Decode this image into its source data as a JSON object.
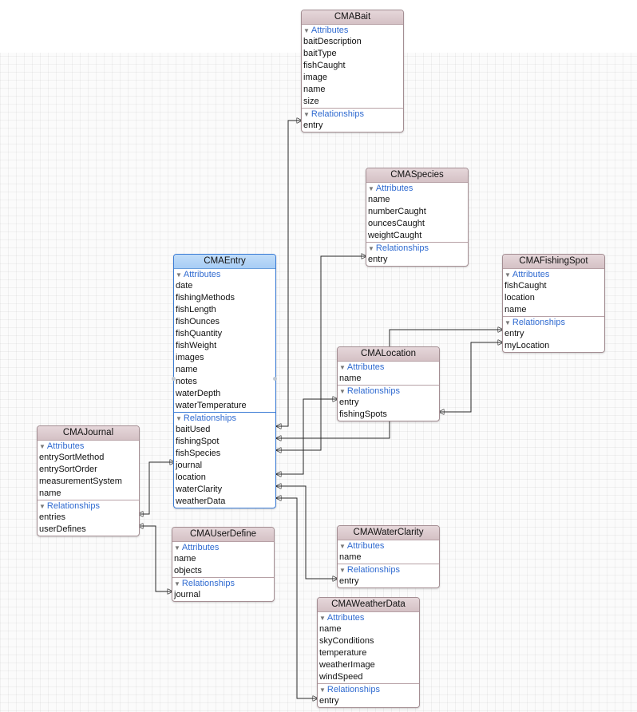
{
  "entities": {
    "bait": {
      "name": "CMABait",
      "attributes_label": "Attributes",
      "relationships_label": "Relationships",
      "attributes": [
        "baitDescription",
        "baitType",
        "fishCaught",
        "image",
        "name",
        "size"
      ],
      "relationships": [
        "entry"
      ]
    },
    "species": {
      "name": "CMASpecies",
      "attributes_label": "Attributes",
      "relationships_label": "Relationships",
      "attributes": [
        "name",
        "numberCaught",
        "ouncesCaught",
        "weightCaught"
      ],
      "relationships": [
        "entry"
      ]
    },
    "fishingspot": {
      "name": "CMAFishingSpot",
      "attributes_label": "Attributes",
      "relationships_label": "Relationships",
      "attributes": [
        "fishCaught",
        "location",
        "name"
      ],
      "relationships": [
        "entry",
        "myLocation"
      ]
    },
    "entry": {
      "name": "CMAEntry",
      "attributes_label": "Attributes",
      "relationships_label": "Relationships",
      "attributes": [
        "date",
        "fishingMethods",
        "fishLength",
        "fishOunces",
        "fishQuantity",
        "fishWeight",
        "images",
        "name",
        "notes",
        "waterDepth",
        "waterTemperature"
      ],
      "relationships": [
        "baitUsed",
        "fishingSpot",
        "fishSpecies",
        "journal",
        "location",
        "waterClarity",
        "weatherData"
      ]
    },
    "location": {
      "name": "CMALocation",
      "attributes_label": "Attributes",
      "relationships_label": "Relationships",
      "attributes": [
        "name"
      ],
      "relationships": [
        "entry",
        "fishingSpots"
      ]
    },
    "journal": {
      "name": "CMAJournal",
      "attributes_label": "Attributes",
      "relationships_label": "Relationships",
      "attributes": [
        "entrySortMethod",
        "entrySortOrder",
        "measurementSystem",
        "name"
      ],
      "relationships": [
        "entries",
        "userDefines"
      ]
    },
    "userdefine": {
      "name": "CMAUserDefine",
      "attributes_label": "Attributes",
      "relationships_label": "Relationships",
      "attributes": [
        "name",
        "objects"
      ],
      "relationships": [
        "journal"
      ]
    },
    "waterclarity": {
      "name": "CMAWaterClarity",
      "attributes_label": "Attributes",
      "relationships_label": "Relationships",
      "attributes": [
        "name"
      ],
      "relationships": [
        "entry"
      ]
    },
    "weatherdata": {
      "name": "CMAWeatherData",
      "attributes_label": "Attributes",
      "relationships_label": "Relationships",
      "attributes": [
        "name",
        "skyConditions",
        "temperature",
        "weatherImage",
        "windSpeed"
      ],
      "relationships": [
        "entry"
      ]
    }
  },
  "colors": {
    "entity_header": "#d9c6ca",
    "selected_header": "#a9cff5",
    "section_label": "#2f6ad0",
    "connector": "#2a2a2a"
  }
}
